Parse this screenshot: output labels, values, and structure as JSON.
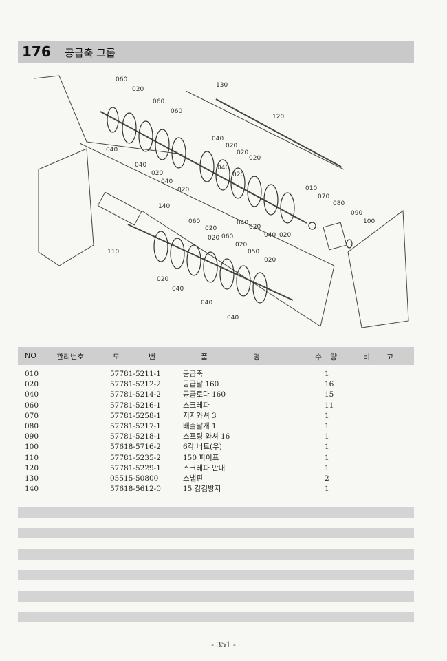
{
  "header": {
    "number": "176",
    "title": "공급축 그룹"
  },
  "diagram": {
    "callouts": [
      "060",
      "020",
      "060",
      "060",
      "130",
      "120",
      "040",
      "040",
      "020",
      "040",
      "020",
      "040",
      "020",
      "020",
      "040",
      "020",
      "020",
      "010",
      "070",
      "080",
      "090",
      "100",
      "040",
      "020",
      "040",
      "020",
      "140",
      "060",
      "020",
      "020",
      "060",
      "110",
      "020",
      "050",
      "020",
      "020",
      "040",
      "040",
      "040"
    ]
  },
  "table": {
    "headers": {
      "no": "NO",
      "mgmt": "관리번호",
      "code_a": "도",
      "code_b": "번",
      "name_a": "품",
      "name_b": "명",
      "qty_a": "수",
      "qty_b": "량",
      "note_a": "비",
      "note_b": "고"
    },
    "rows": [
      {
        "no": "010",
        "code": "57781-5211-1",
        "name": "공급축",
        "qty": "1"
      },
      {
        "no": "020",
        "code": "57781-5212-2",
        "name": "공급날 160",
        "qty": "16"
      },
      {
        "no": "040",
        "code": "57781-5214-2",
        "name": "공급로다 160",
        "qty": "15"
      },
      {
        "no": "060",
        "code": "57781-5216-1",
        "name": "스크레파",
        "qty": "11"
      },
      {
        "no": "070",
        "code": "57781-5258-1",
        "name": "지지와셔 3",
        "qty": "1"
      },
      {
        "no": "080",
        "code": "57781-5217-1",
        "name": "배출날개 1",
        "qty": "1"
      },
      {
        "no": "090",
        "code": "57781-5218-1",
        "name": "스프링 와셔 16",
        "qty": "1"
      },
      {
        "no": "100",
        "code": "57618-5716-2",
        "name": "6각 너트(우)",
        "qty": "1"
      },
      {
        "no": "110",
        "code": "57781-5235-2",
        "name": "150 파이프",
        "qty": "1"
      },
      {
        "no": "120",
        "code": "57781-5229-1",
        "name": "스크레파 안내",
        "qty": "1"
      },
      {
        "no": "130",
        "code": "05515-50800",
        "name": "스냅핀",
        "qty": "2"
      },
      {
        "no": "140",
        "code": "57618-5612-0",
        "name": "15 감김방지",
        "qty": "1"
      }
    ]
  },
  "footer": {
    "page": "- 351 -"
  }
}
